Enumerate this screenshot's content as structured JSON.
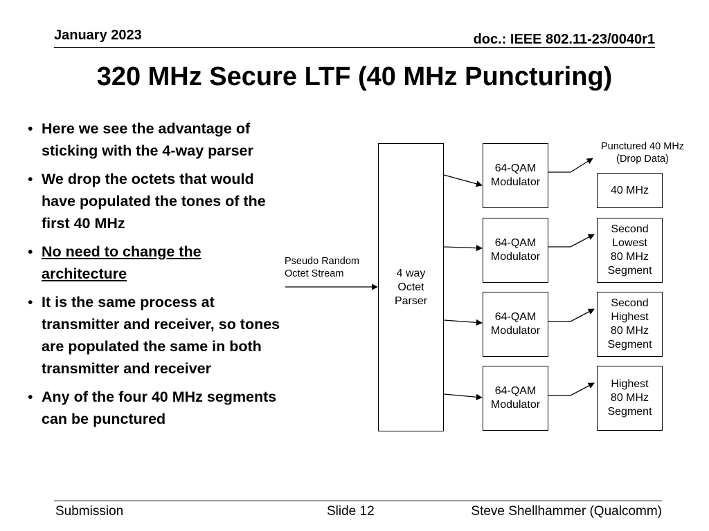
{
  "header": {
    "date": "January 2023",
    "doc_id": "doc.: IEEE 802.11-23/0040r1"
  },
  "slide": {
    "title": "320 MHz Secure LTF (40 MHz Puncturing)",
    "bullets": [
      "Here we see the advantage of sticking with the 4-way parser",
      "We drop the octets that would have populated the tones of the first 40 MHz",
      "No need to change the architecture",
      "It is the same process at transmitter and receiver, so tones are populated the same in both transmitter and receiver",
      "Any of the four 40 MHz segments can be punctured"
    ]
  },
  "diagram": {
    "input_label_line1": "Pseudo Random",
    "input_label_line2": "Octet Stream",
    "parser_line1": "4 way",
    "parser_line2": "Octet",
    "parser_line3": "Parser",
    "modulator_line1": "64-QAM",
    "modulator_line2": "Modulator",
    "punctured_line1": "Punctured 40 MHz",
    "punctured_line2": "(Drop Data)",
    "segments": [
      [
        "40 MHz"
      ],
      [
        "Second",
        "Lowest",
        "80 MHz",
        "Segment"
      ],
      [
        "Second",
        "Highest",
        "80 MHz",
        "Segment"
      ],
      [
        "Highest",
        "80 MHz",
        "Segment"
      ]
    ]
  },
  "footer": {
    "left": "Submission",
    "center": "Slide 12",
    "right": "Steve Shellhammer (Qualcomm)"
  }
}
